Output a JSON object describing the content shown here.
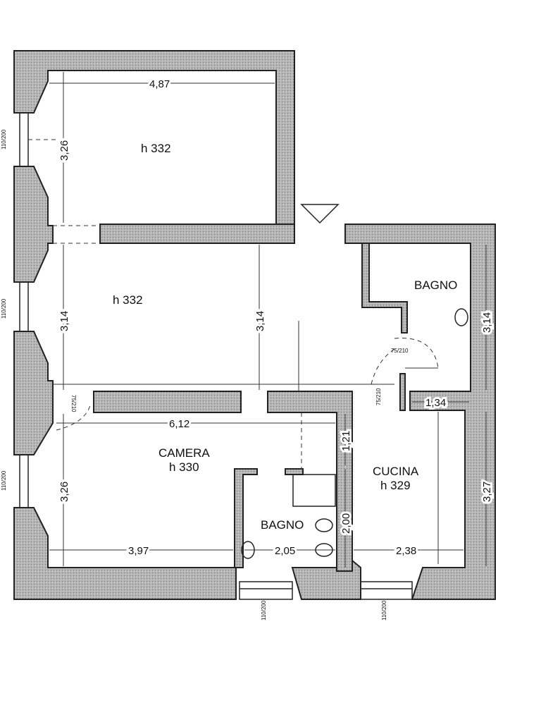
{
  "plan": {
    "rooms": {
      "top_room_height": "h 332",
      "middle_room_height": "h 332",
      "camera_name": "CAMERA",
      "camera_height": "h 330",
      "bagno_upper": "BAGNO",
      "bagno_lower": "BAGNO",
      "cucina_name": "CUCINA",
      "cucina_height": "h 329"
    },
    "dimensions": {
      "top_width": "4,87",
      "top_depth": "3,26",
      "middle_depth_left": "3,14",
      "middle_depth_center": "3,14",
      "bagno_upper_depth": "3,14",
      "bagno_upper_width": "1,34",
      "camera_width": "6,12",
      "camera_depth": "3,26",
      "camera_bottom": "3,97",
      "bagno_lower_width": "2,05",
      "corridor_a": "1,21",
      "corridor_b": "2,00",
      "cucina_width": "2,38",
      "cucina_depth": "3,27"
    },
    "openings": {
      "window_left_1": "110/200",
      "window_left_2": "110/200",
      "window_left_3": "110/200",
      "door_camera": "75/210",
      "door_bagno": "75/210",
      "door_cucina": "75/210",
      "window_bottom_1": "110/200",
      "window_bottom_2": "110/200"
    }
  }
}
